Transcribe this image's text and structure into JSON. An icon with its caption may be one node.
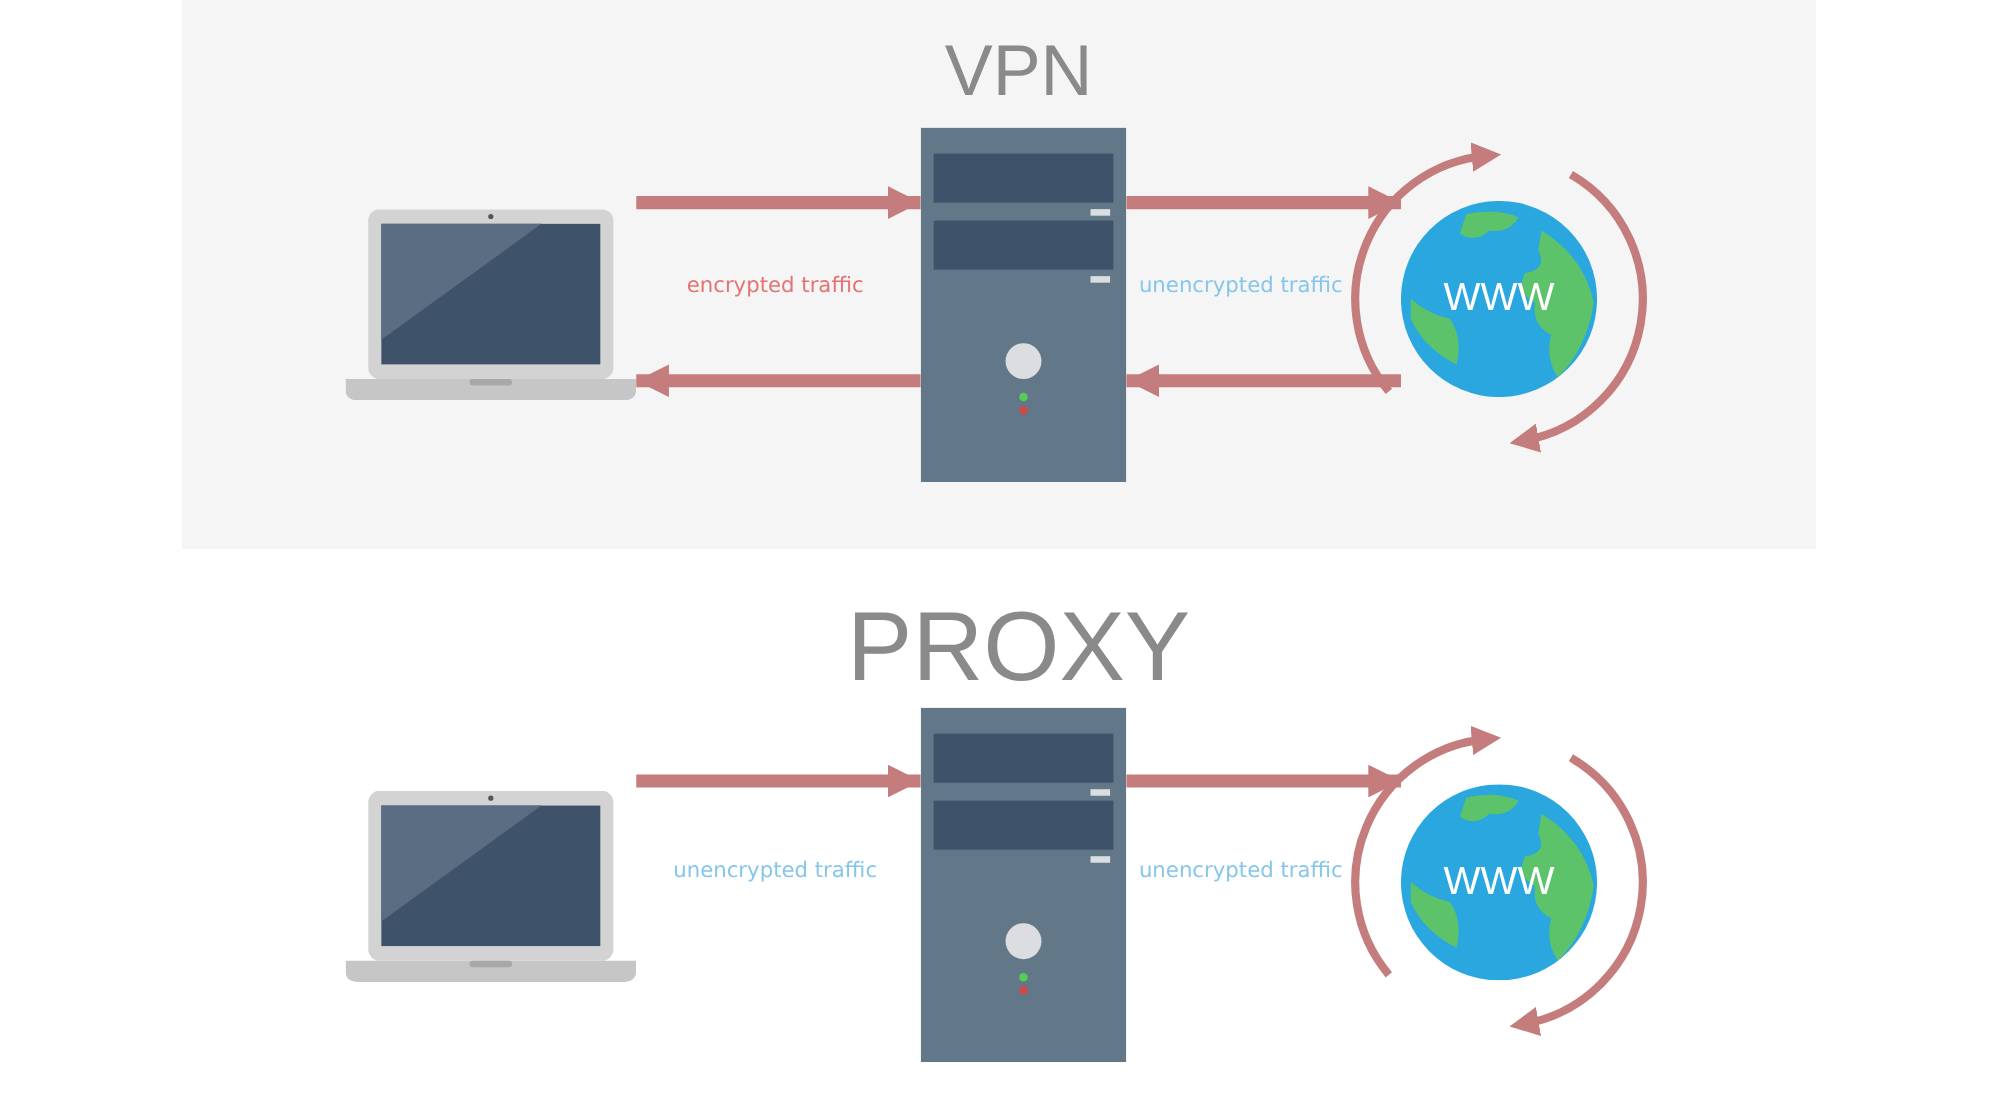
{
  "diagram": {
    "nodes": [
      {
        "text": [
          "VPN"
        ]
      },
      {
        "text": [],
        "shape": "picture",
        "in": 0
      },
      {
        "text": [],
        "shape": "picture",
        "in": 0
      },
      {
        "text": [
          "WWW"
        ],
        "in": 0
      },
      {
        "text": [
          "PROXY"
        ]
      },
      {
        "text": [],
        "shape": "picture",
        "in": 4
      },
      {
        "text": [],
        "shape": "picture",
        "in": 4
      },
      {
        "text": [
          "WWW"
        ],
        "in": 4
      }
    ],
    "edges": [
      {
        "from": 1,
        "to": 2,
        "arrow": "to",
        "label": "encrypted traffic"
      },
      {
        "from": 2,
        "to": 1,
        "arrow": "to"
      },
      {
        "from": 2,
        "to": 3,
        "arrow": "to",
        "label": "unencrypted traffic"
      },
      {
        "from": 3,
        "to": 2,
        "arrow": "to"
      },
      {
        "from": 5,
        "to": 6,
        "arrow": "to",
        "label": "unencrypted traffic"
      },
      {
        "from": 6,
        "to": 7,
        "arrow": "to",
        "label": "unencrypted traffic"
      }
    ]
  }
}
